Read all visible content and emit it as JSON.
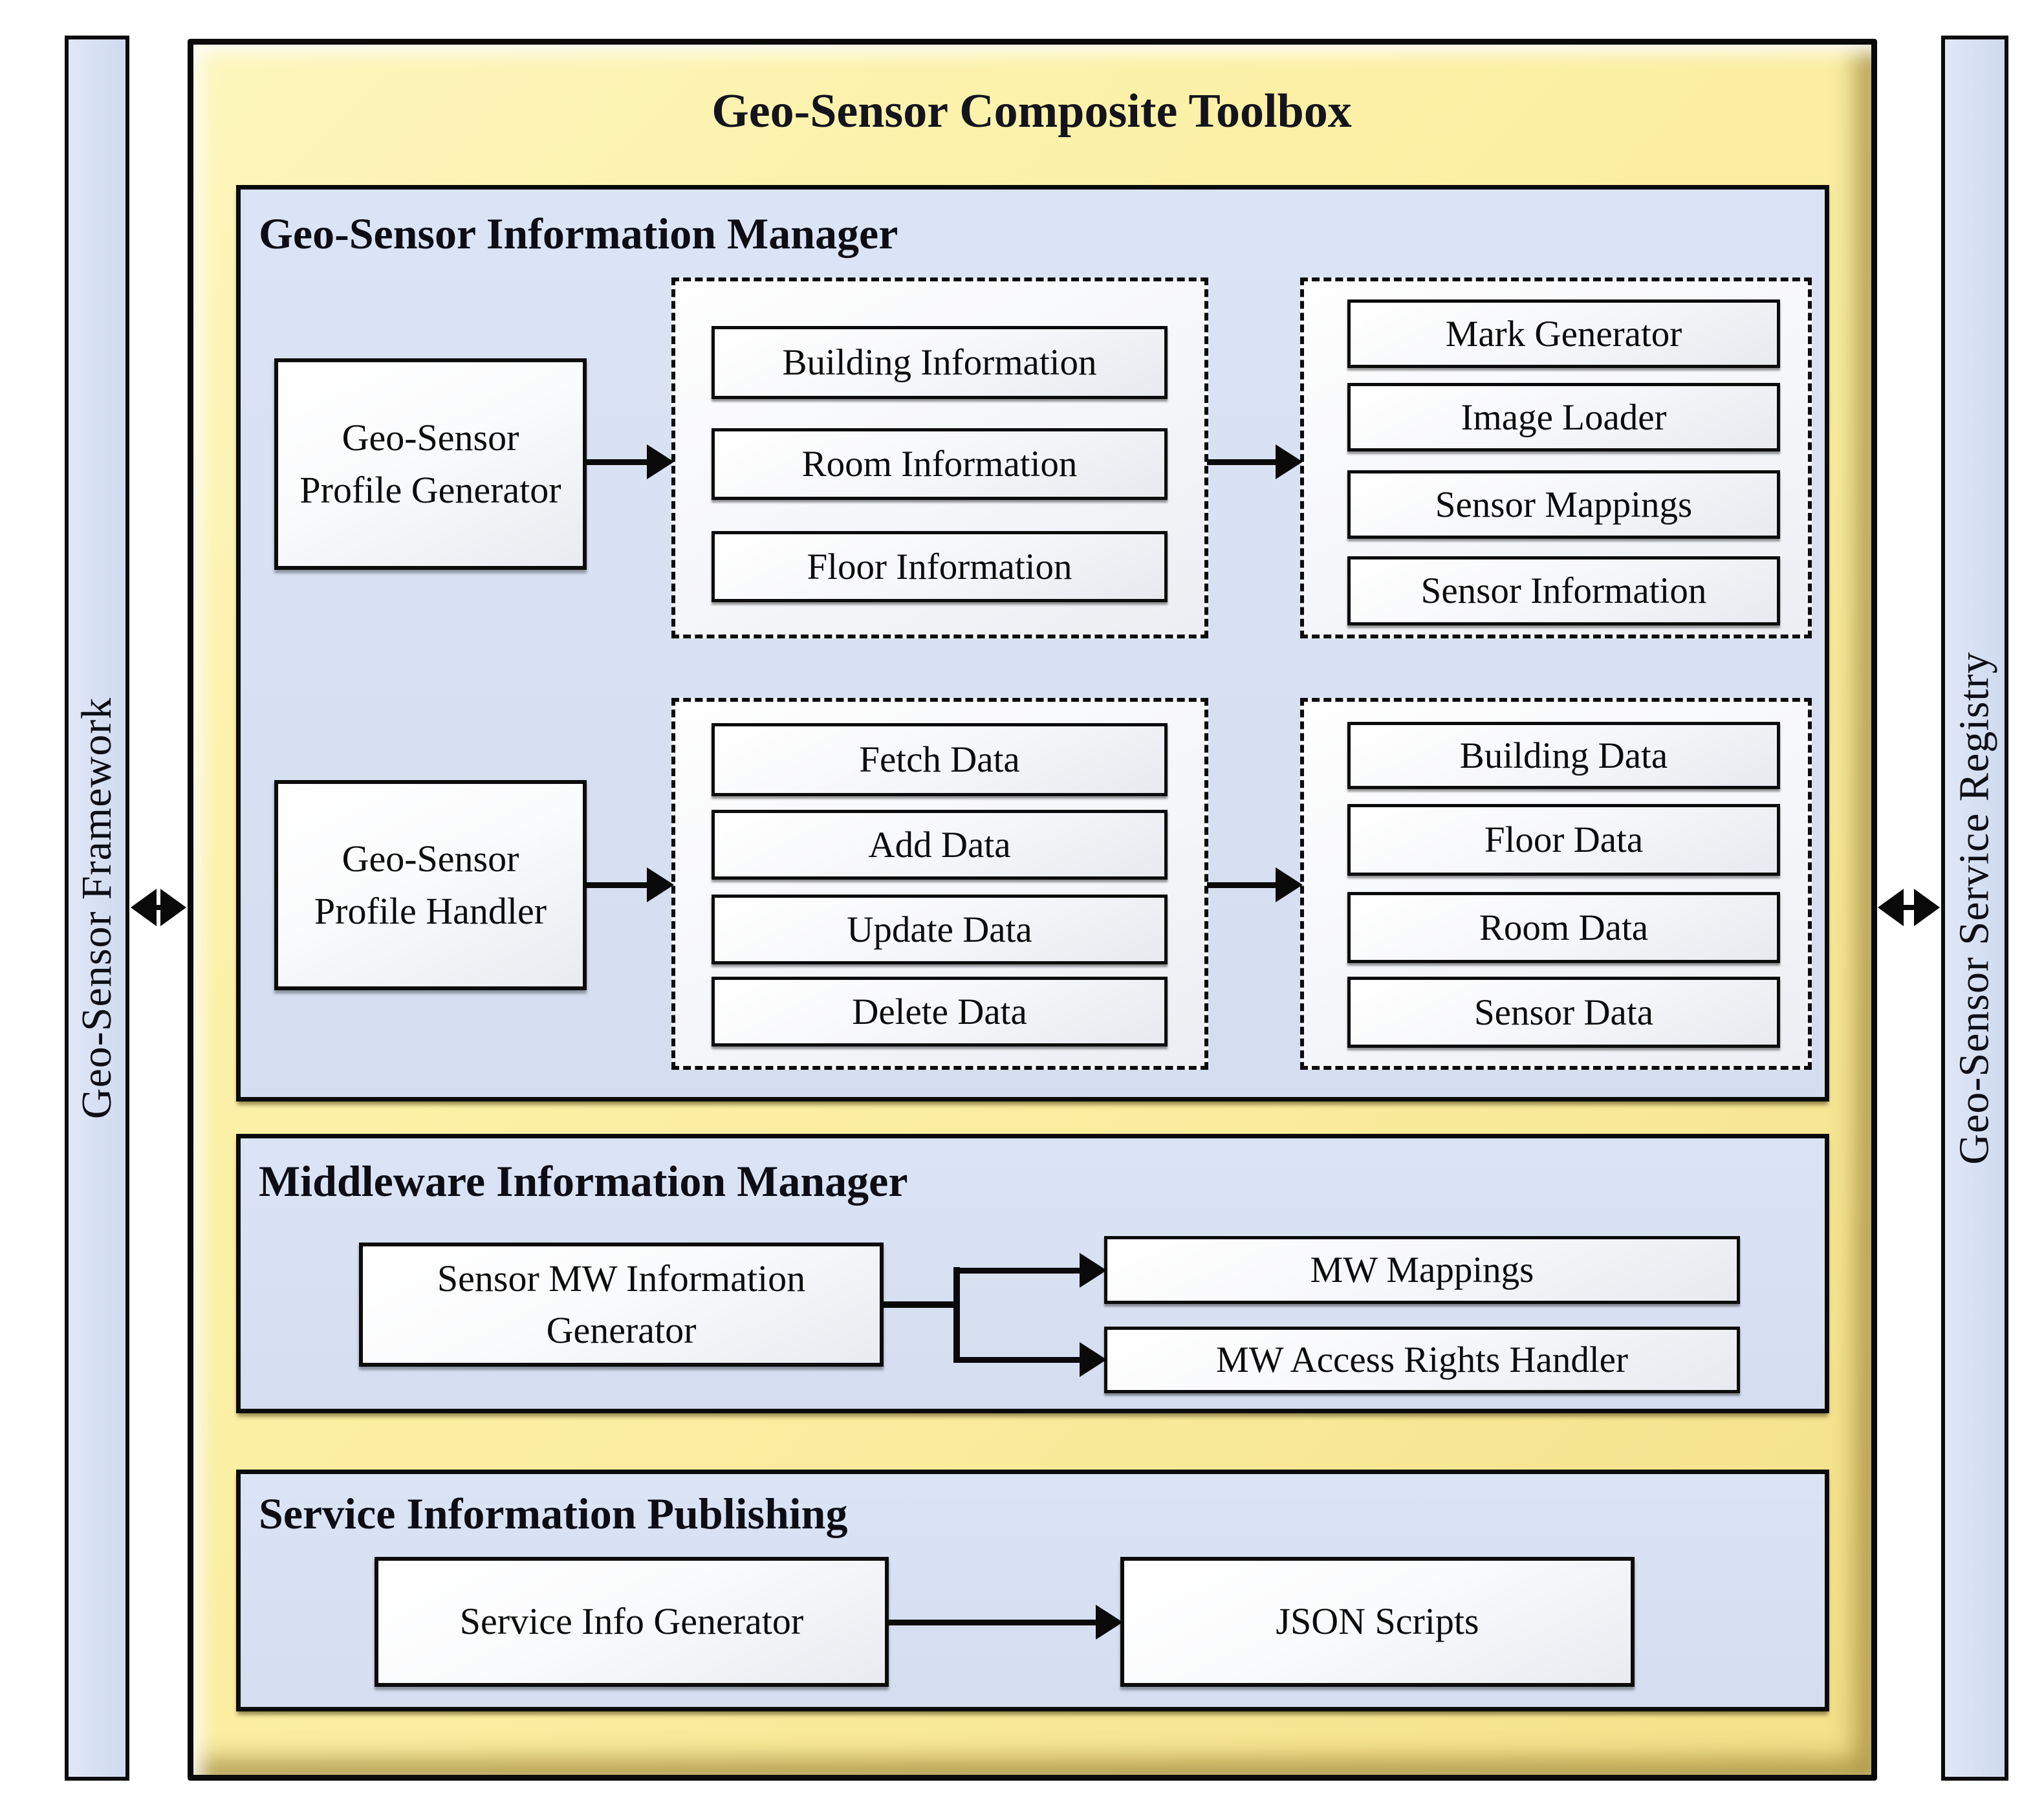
{
  "toolbox": {
    "title": "Geo-Sensor Composite Toolbox"
  },
  "framework": {
    "label": "Geo-Sensor Framework"
  },
  "registry": {
    "label": "Geo-Sensor Service Registry"
  },
  "sections": {
    "info": {
      "title": "Geo-Sensor Information Manager",
      "profile_generator": "Geo-Sensor Profile Generator",
      "profile_handler": "Geo-Sensor Profile Handler",
      "profile_outputs": [
        "Building Information",
        "Room Information",
        "Floor Information"
      ],
      "components": [
        "Mark Generator",
        "Image Loader",
        "Sensor Mappings",
        "Sensor Information"
      ],
      "operations": [
        "Fetch Data",
        "Add Data",
        "Update Data",
        "Delete Data"
      ],
      "data_stores": [
        "Building Data",
        "Floor Data",
        "Room Data",
        "Sensor Data"
      ]
    },
    "middleware": {
      "title": "Middleware Information Manager",
      "generator": "Sensor MW Information Generator",
      "mappings": "MW Mappings",
      "access_rights": "MW Access Rights Handler"
    },
    "service": {
      "title": "Service Information Publishing",
      "generator": "Service Info Generator",
      "output": "JSON Scripts"
    }
  },
  "colors": {
    "frame_yellow": "#fbeea0",
    "panel_blue": "#d7e0f1",
    "bar_blue": "#d8e2f4",
    "line_black": "#0a0a0a"
  }
}
